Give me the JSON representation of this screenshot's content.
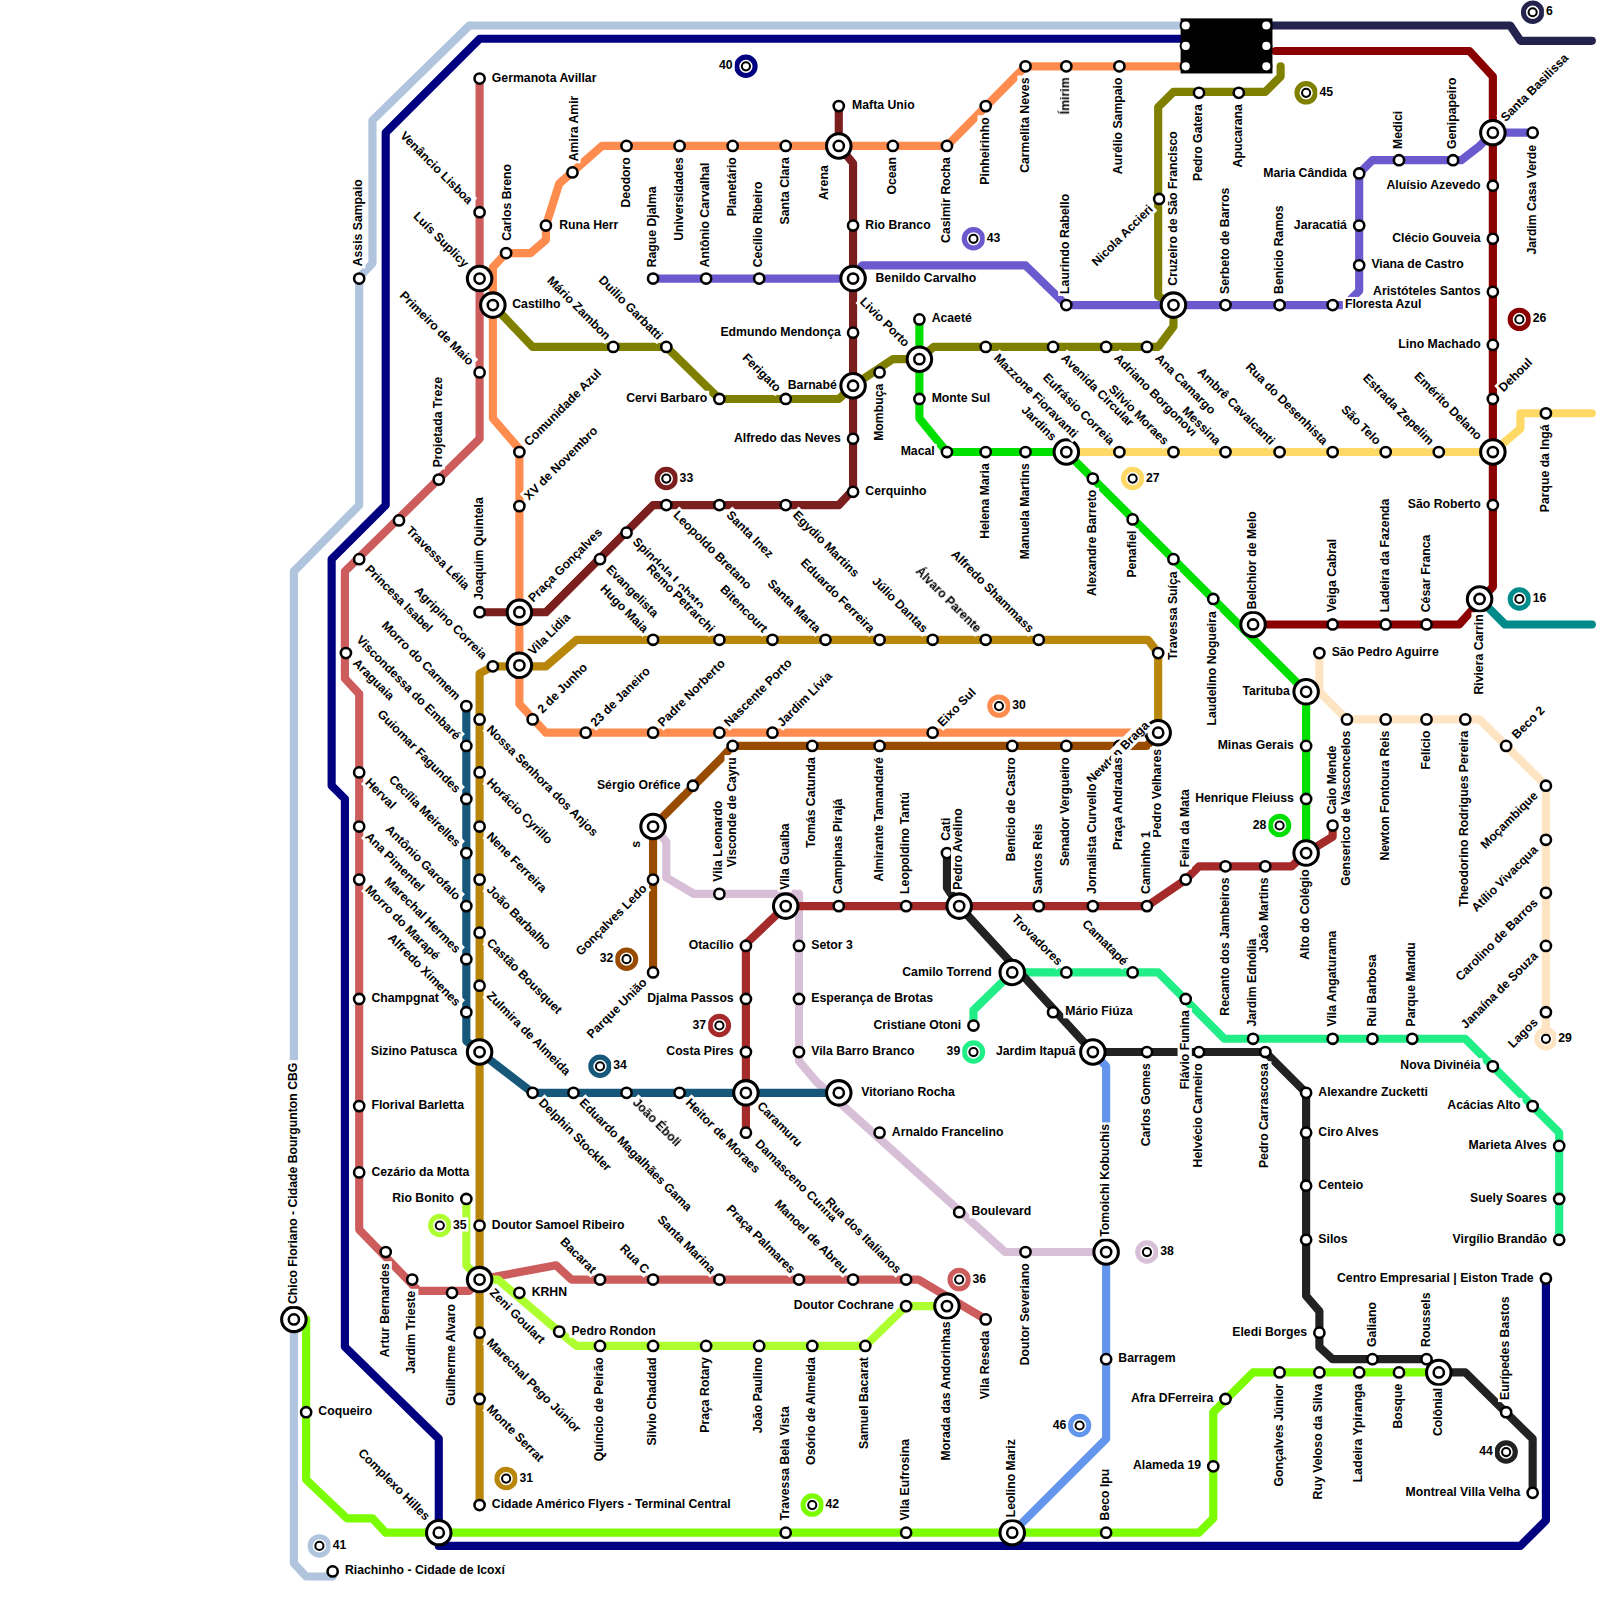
{
  "diagram": {
    "labels": [
      "Germanota Avillar",
      "Venâncio Lisboa",
      "Carlos Breno",
      "Luís Suplicy",
      "Castilho",
      "Mário Zambon",
      "Duilio Garbatti",
      "Primeiro de Maio",
      "Comunidade Azul",
      "Runa Herr",
      "Amira Amir",
      "Deodoro",
      "Rague Djalma",
      "Universidades",
      "Antônio Carvalhal",
      "Planetário",
      "Cecílio Ribeiro",
      "Santa Clara",
      "Mafta Unio",
      "Arena",
      "Ocean",
      "Rio Branco",
      "Benildo Carvalho",
      "Casimir Rocha",
      "Pinheirinho",
      "Carmelita Neves",
      "Ímirim",
      "Aurélio Sampaio",
      "43",
      "Laurindo Rabello",
      "Nicola Accieri",
      "Cruzeiro de São Francisco",
      "Pedro Gatera",
      "Apucarana",
      "45",
      "Serbeto de Barros",
      "Benicio Ramos",
      "Floresta Azul",
      "Maria Cândida",
      "Jaracatiá",
      "Viana de Castro",
      "Medici",
      "Genipapeiro",
      "Santa Basilissa",
      "Jardim Casa Verde",
      "6",
      "40",
      "Aluísio Azevedo",
      "Clécio Gouveia",
      "Aristóteles Santos",
      "Lino Machado",
      "Dehoul",
      "26",
      "Emérito Delano",
      "Parque da Ingá",
      "São Roberto",
      "Edmundo Mendonça",
      "Livio Porto",
      "Acaeté",
      "Monte Sul",
      "Mombuça",
      "Barnabé",
      "Ferigato",
      "Cervi Barbaro",
      "Alfredo das Neves",
      "Cerquinho",
      "Macal",
      "Helena Maria",
      "Manuela Martins",
      "Mazzone Fioravanti",
      "Avenida Circular",
      "Adriano Borgonovi",
      "Ana Camargo",
      "Jardins",
      "Eufrásio Correia",
      "Silvio Moraes",
      "Messina",
      "Ambrê Cavalcanti",
      "Rua do Desenhista",
      "São Telo",
      "Estrada Zepelim",
      "27",
      "Alexandre Barreto",
      "Penafiel",
      "Travessa Suíça",
      "Laudelino Nogueira",
      "Belchior de Melo",
      "Veiga Cabral",
      "Ladeira da Fazenda",
      "César Franca",
      "Riviera Carrin",
      "16",
      "São Pedro Aguirre",
      "Tarituba",
      "Minas Gerais",
      "Henrique Fleiuss",
      "28",
      "Alto do Colégio",
      "Caio Mende",
      "Genserico de Vasconcelos",
      "Newton Fontoura Reis",
      "Felício",
      "Theodorino Rodrigues Pereira",
      "Beco 2",
      "Moçambique",
      "Atílio Vivacqua",
      "Carolino de Barros",
      "Janaína de Souza",
      "Lagos",
      "29",
      "Joaquim Quintela",
      "Projetada Treze",
      "Travessa Lélia",
      "XV de Novembro",
      "Praça Gonçalves",
      "Evangelista",
      "Spindola Lobato",
      "Leopoldo Bretano",
      "Santa Inez",
      "Egydio Martins",
      "33",
      "Princesa Isabel",
      "Agripino Correia",
      "Vila Lídia",
      "Hugo Maia",
      "Remo Petrarchi",
      "Bitencourt",
      "Santa Marta",
      "Eduardo Ferreira",
      "Júlio Dantas",
      "Álvaro Parente",
      "Alfredo Shammass",
      "Newton Braga",
      "2 de Junho",
      "23 de Janeiro",
      "Padre Norberto",
      "Nascente Porto",
      "Jardim Lívia",
      "Eixo Sul",
      "30",
      "Morro do Carmem",
      "Araguaia",
      "Viscondessa do Embaré",
      "Nossa Senhora dos Anjos",
      "Guiomar Fagundes",
      "Horácio Cyrillo",
      "Herval",
      "Cecília Meirelles",
      "Nene Ferreira",
      "Ana Pimentel",
      "Antônio Garofalo",
      "João Barbalho",
      "Morro do Marapé",
      "Marechal Hermes",
      "Castão Bousquet",
      "Alfredo Ximenes",
      "Zulmira de Almeida",
      "Champgnat",
      "Sizino Patusca",
      "Florival Barletta",
      "Cezário da Motta",
      "Delphin Stockler",
      "Eduardo Magalhães Gama",
      "João Éboli",
      "Heitor de Moraes",
      "34",
      "Sérgio Oréfice",
      "s",
      "Vila Leonardo",
      "Visconde de Cayru",
      "Gonçalves Ledo",
      "32",
      "Parque União",
      "Tomás Catunda",
      "Almirante Tamandaré",
      "Benício de Castro",
      "Senador Vergueiro",
      "Praça Andradas",
      "Pedro Velhares",
      "Vila Guaíba",
      "Campinas Pirajá",
      "Leopoldino Tantú",
      "Cati",
      "Pedro Avelino",
      "Santos Reis",
      "Jornalista Curvello",
      "Caminho 1",
      "Feira da Mata",
      "Recanto dos Jambeiros",
      "João Martins",
      "Otacílio",
      "Setor 3",
      "Djalma Passos",
      "Esperança de Brotas",
      "37",
      "Costa Pires",
      "Vila Barro Branco",
      "Caramuru",
      "Vitoriano Rocha",
      "Damasceno Cunha",
      "Arnaldo Francelino",
      "Rua dos Italianos",
      "Boulevard",
      "Trovadores",
      "Camatapé",
      "Camilo Torrend",
      "Cristiane Otoni",
      "Mário Fiúza",
      "39",
      "Jardim Itapuã",
      "Flávio Funina",
      "Carlos Gomes",
      "Helvécio Carneiro",
      "Jardim Ednólia",
      "Pedro Carrascosa",
      "Vila Angaturama",
      "Rui Barbosa",
      "Parque Mandu",
      "Nova Divinéia",
      "Acácias Alto",
      "Marieta Alves",
      "Suely Soares",
      "Virgílio Brandão",
      "Alexandre Zucketti",
      "Ciro Alves",
      "Centeio",
      "Silos",
      "Centro Empresarial | Eiston Trade",
      "Eledi Borges",
      "Galiano",
      "Roussels",
      "Eurípedes Bastos",
      "44",
      "Montreal Villa Velha",
      "Colônial",
      "Bosque",
      "Ladeira Ypiranga",
      "Ruy Veloso da Silva",
      "Gonçalves Júnior",
      "Afra DFerreira",
      "Alameda 19",
      "Tomoichi Kobuchis",
      "38",
      "Doutor Severiano",
      "Barragem",
      "46",
      "Beco Ipu",
      "Leolino Mariz",
      "Vila Eufrosina",
      "Travessa Bela Vista",
      "42",
      "Morada das Andorinhas",
      "Vila Reseda",
      "36",
      "Doutor Cochrane",
      "Samuel Bacarat",
      "Osório de Almeida",
      "João Paulino",
      "Praça Rotary",
      "Silvio Chaddad",
      "Quíncio de Peirão",
      "Pedro Rondon",
      "KRHN",
      "Bacarat",
      "Rua C",
      "Santa Marina",
      "Praça Palmares",
      "Manoel de Abreu",
      "Rio Bonito",
      "Doutor Samoel Ribeiro",
      "35",
      "Zeni Goulart",
      "Marechal Pego Júnior",
      "Monte Serrat",
      "31",
      "Cidade Américo Flyers - Terminal Central",
      "Artur Bernardes",
      "Jardim Trieste",
      "Guilherme Alvaro",
      "Complexo Hilles",
      "Coqueiro",
      "Chico Floriano - Cidade Bourgunton CBG",
      "Assis Sampaio",
      "41",
      "Riachinho - Cidade de Icoxí"
    ]
  }
}
